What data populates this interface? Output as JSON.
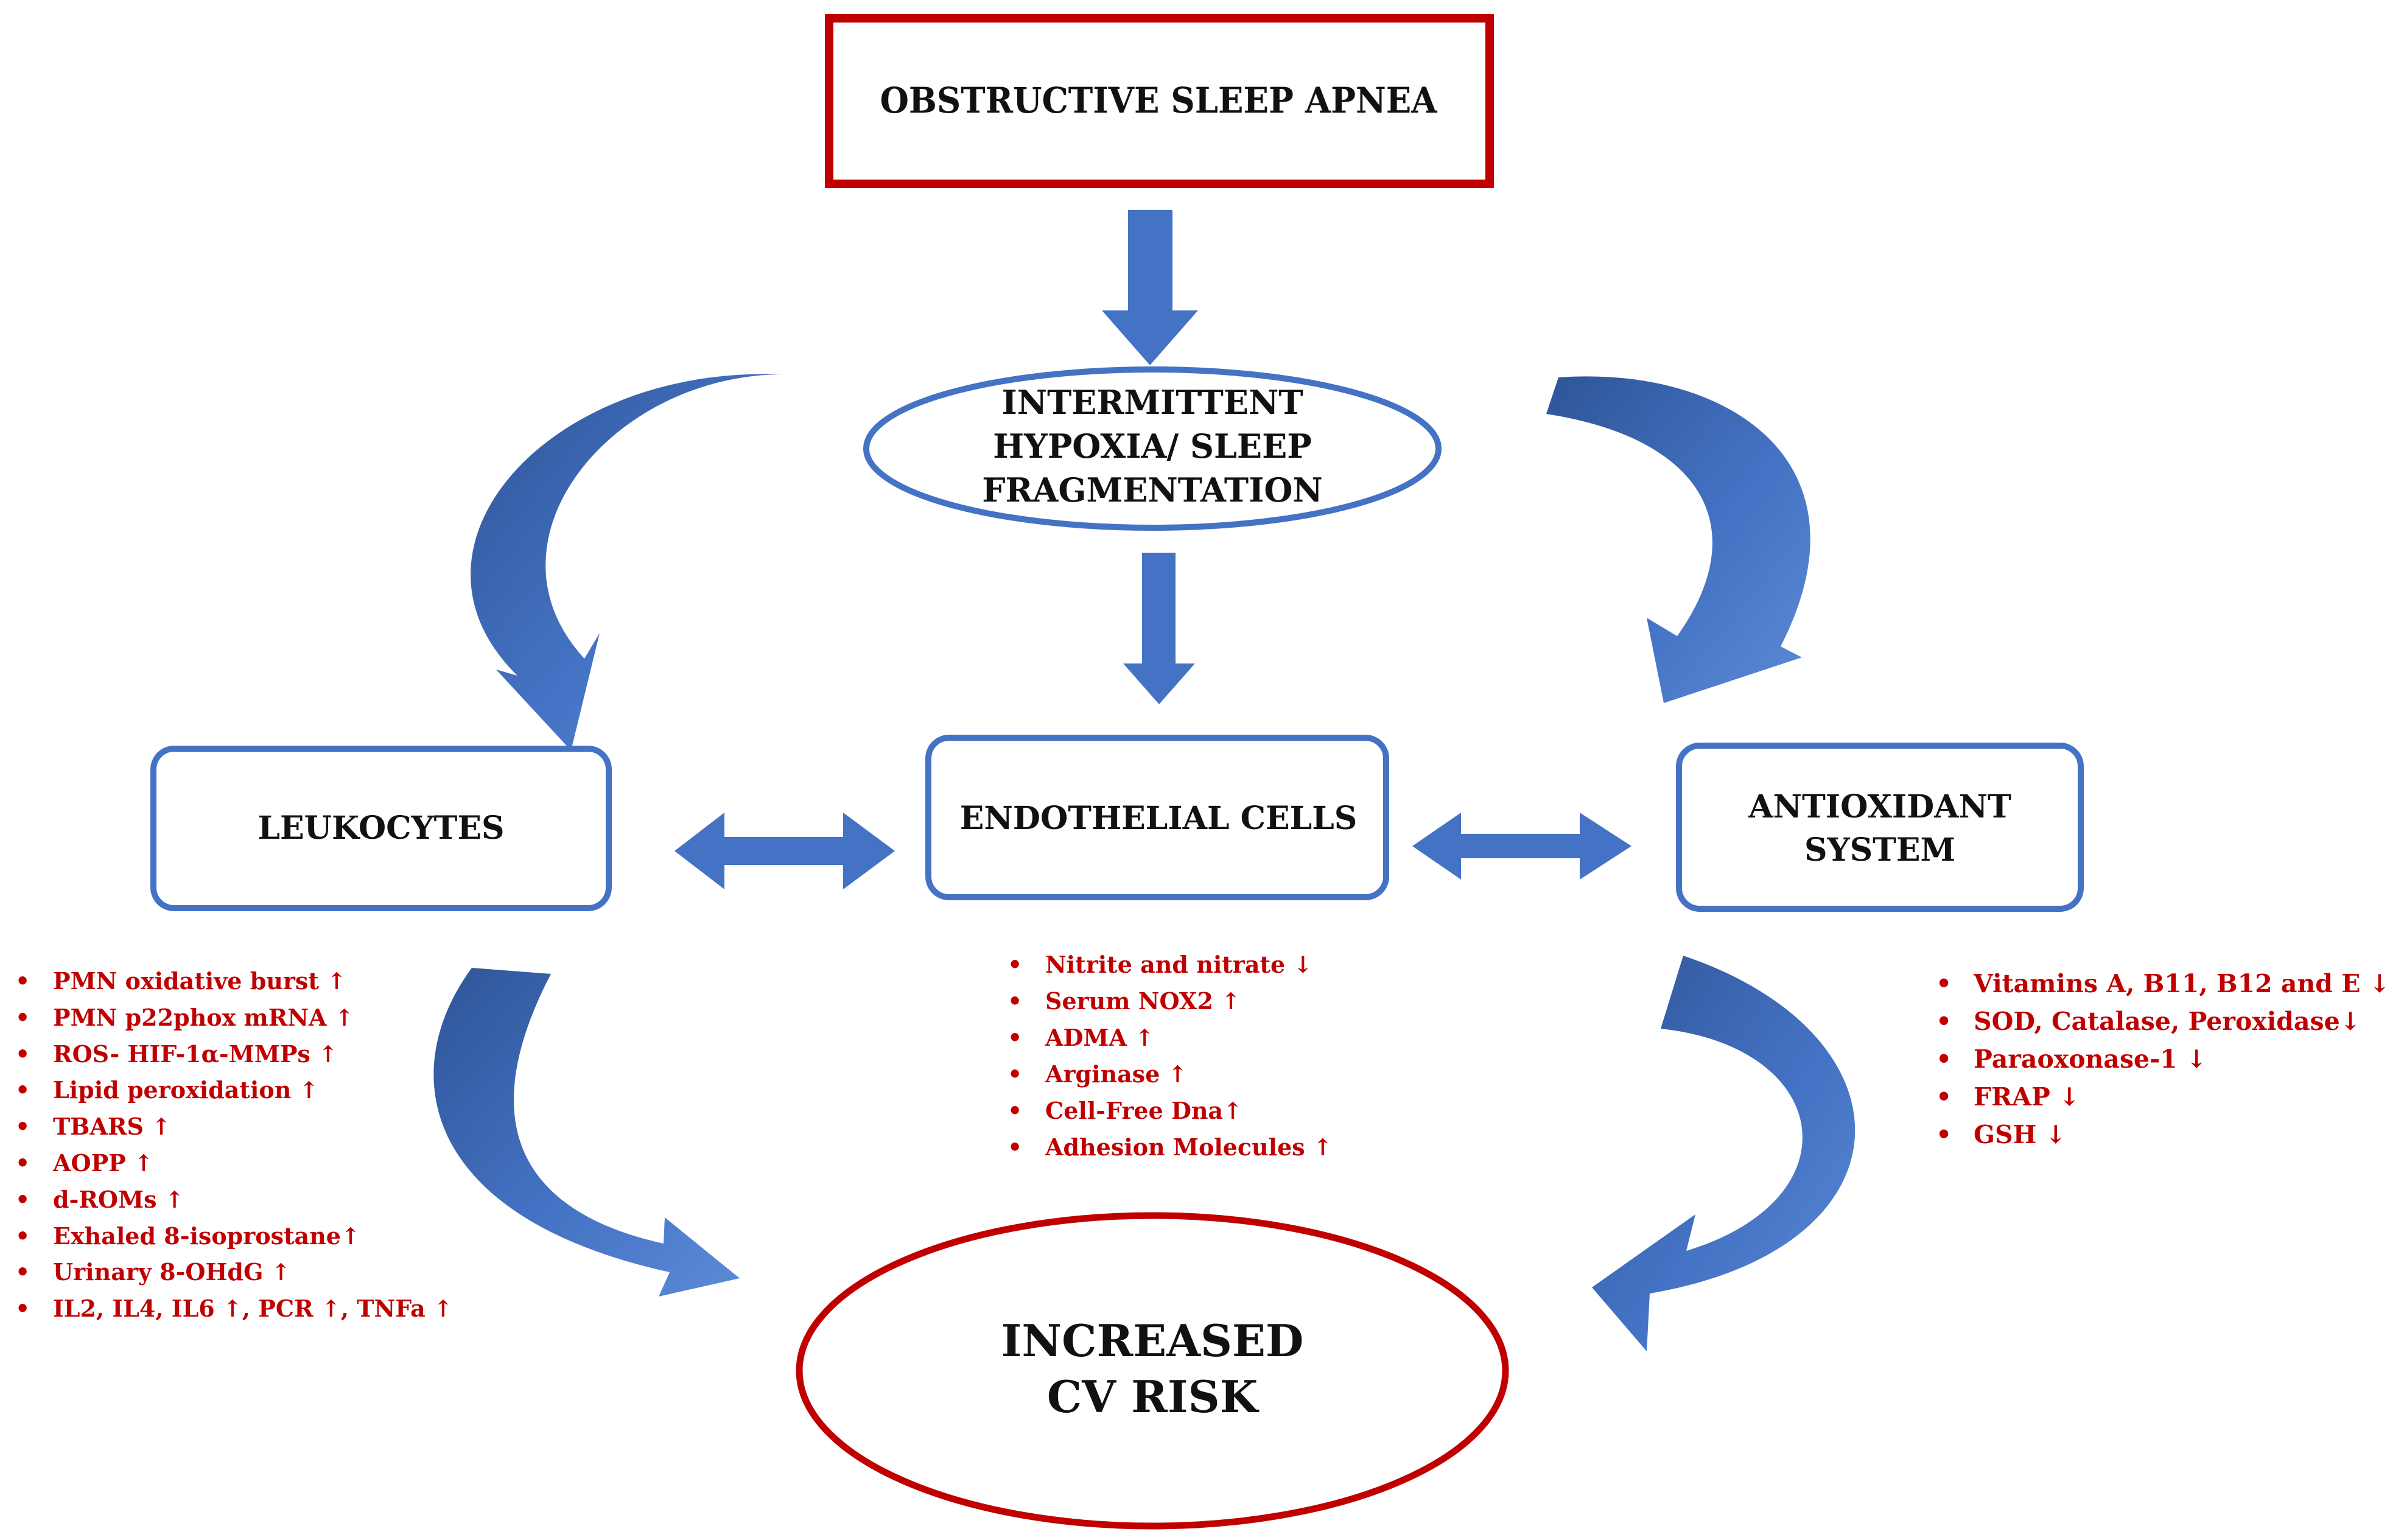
{
  "nodes": {
    "osa": {
      "label": "OBSTRUCTIVE SLEEP APNEA"
    },
    "hypoxia": {
      "lines": [
        "INTERMITTENT",
        "HYPOXIA/ SLEEP",
        "FRAGMENTATION"
      ]
    },
    "leukocytes": {
      "label": "LEUKOCYTES"
    },
    "endothelial": {
      "label": "ENDOTHELIAL CELLS"
    },
    "antioxidant": {
      "lines": [
        "ANTIOXIDANT",
        "SYSTEM"
      ]
    },
    "cv_risk": {
      "lines": [
        "INCREASED",
        "CV RISK"
      ]
    }
  },
  "lists": {
    "leukocytes": [
      "PMN oxidative  burst ↑",
      "PMN p22phox  mRNA ↑",
      "ROS-  HIF-1α-MMPs ↑",
      "Lipid peroxidation ↑",
      "TBARS ↑",
      "AOPP ↑",
      "d-ROMs ↑",
      "Exhaled 8-isoprostane↑",
      "Urinary 8-OHdG ↑",
      "IL2, IL4, IL6 ↑, PCR ↑, TNFa ↑"
    ],
    "endothelial": [
      "Nitrite and nitrate ↓",
      "Serum NOX2 ↑",
      "ADMA ↑",
      "Arginase ↑",
      "Cell-Free Dna↑",
      "Adhesion Molecules ↑"
    ],
    "antioxidant": [
      "Vitamins A, B11, B12 and E ↓",
      "SOD, Catalase, Peroxidase↓",
      "Paraoxonase-1 ↓",
      "FRAP ↓",
      "GSH ↓"
    ]
  },
  "colors": {
    "arrow": "#4472c4",
    "arrow_dark": "#2f5597",
    "box_red": "#c00000",
    "box_blue": "#4472c4",
    "list_text": "#c00000"
  }
}
